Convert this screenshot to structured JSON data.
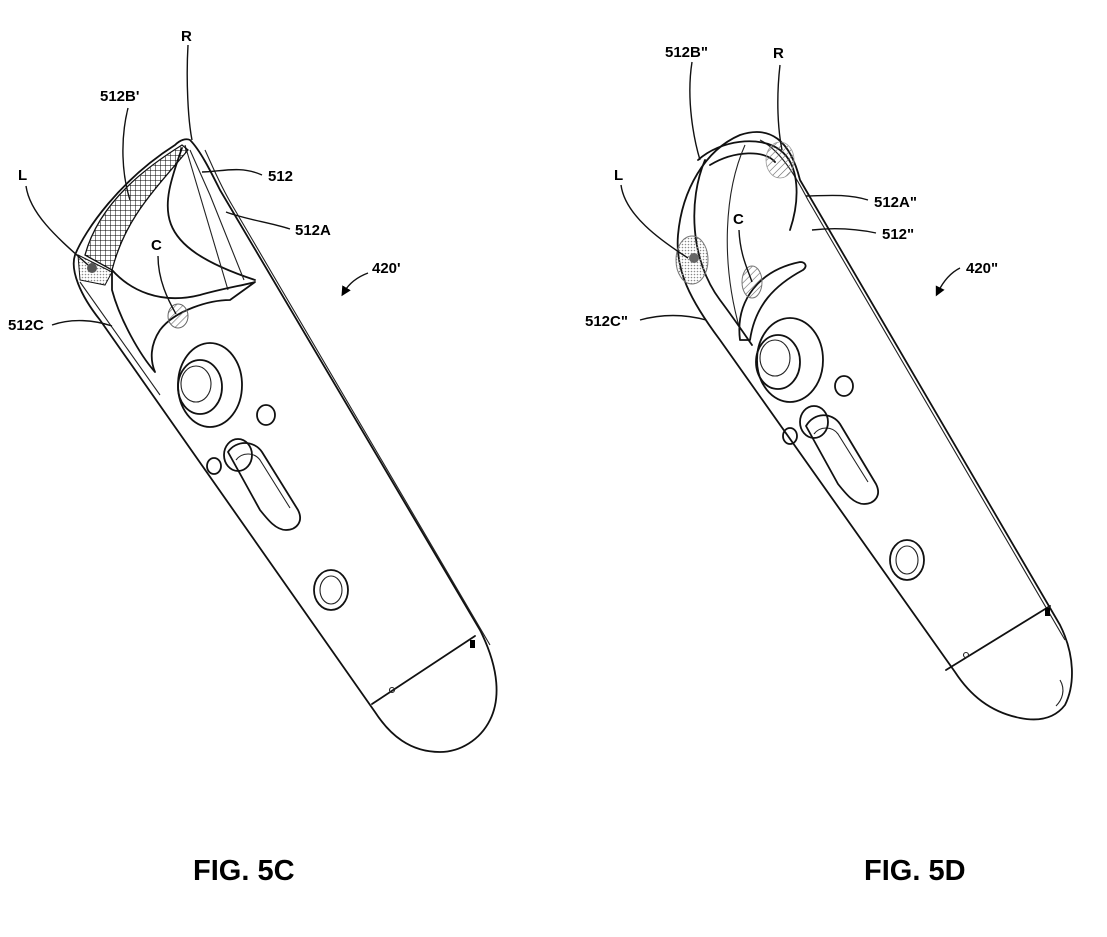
{
  "figures": [
    {
      "caption": "FIG. 5C",
      "labels": {
        "r": "R",
        "b": "512B'",
        "main": "512",
        "a": "512A",
        "l": "L",
        "c": "C",
        "ref": "420'",
        "cc": "512C"
      }
    },
    {
      "caption": "FIG. 5D",
      "labels": {
        "b": "512B\"",
        "r": "R",
        "l": "L",
        "a": "512A\"",
        "c": "C",
        "main": "512\"",
        "ref": "420\"",
        "cc": "512C\""
      }
    }
  ]
}
